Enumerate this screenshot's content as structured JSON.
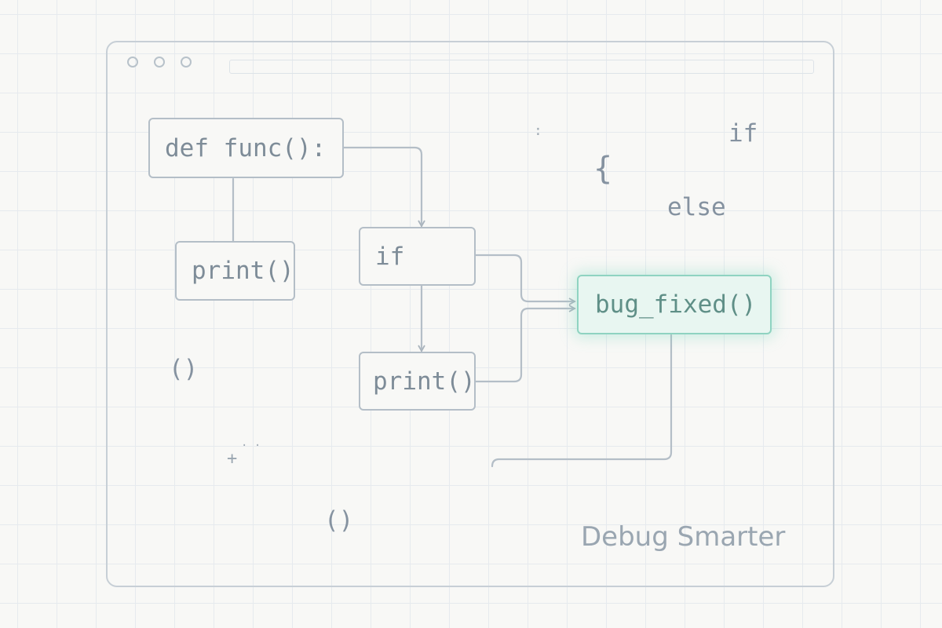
{
  "window": {
    "controls": [
      "dot",
      "dot",
      "dot"
    ]
  },
  "nodes": {
    "def_func": "def func():",
    "print_left": "print()",
    "if_node": "if",
    "print_mid": "print()",
    "bug_fixed": "bug_fixed()"
  },
  "fragments": {
    "if_text": "if",
    "brace": "{",
    "else_text": "else",
    "colon": ":",
    "parens_left": "()",
    "parens_bottom": "()",
    "plus": "+",
    "dots": ". ."
  },
  "tagline": "Debug Smarter",
  "colors": {
    "line": "#b4bec7",
    "accent": "#8fd3c1"
  }
}
